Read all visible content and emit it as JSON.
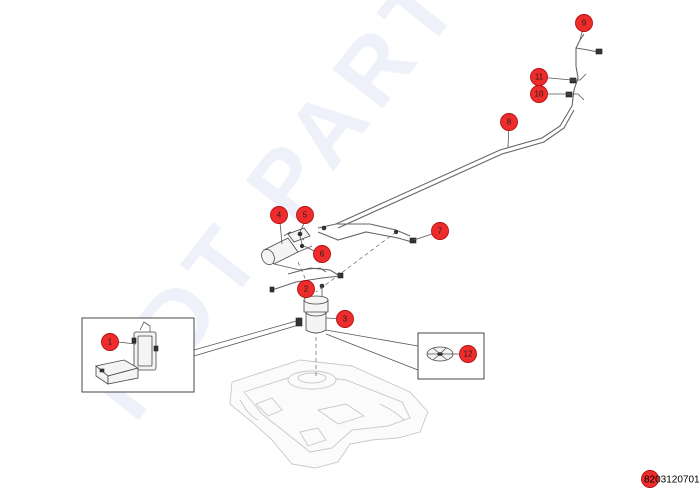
{
  "diagram": {
    "reference_code": "8203120701",
    "watermark_text": "HDT PARTS",
    "colors": {
      "callout_fill": "#ee2c2c",
      "callout_stroke": "#b01010",
      "watermark": "#e3e6f6",
      "line": "#555555"
    },
    "callouts": [
      "1",
      "2",
      "3",
      "4",
      "5",
      "6",
      "7",
      "8",
      "9",
      "10",
      "11",
      "12"
    ]
  }
}
